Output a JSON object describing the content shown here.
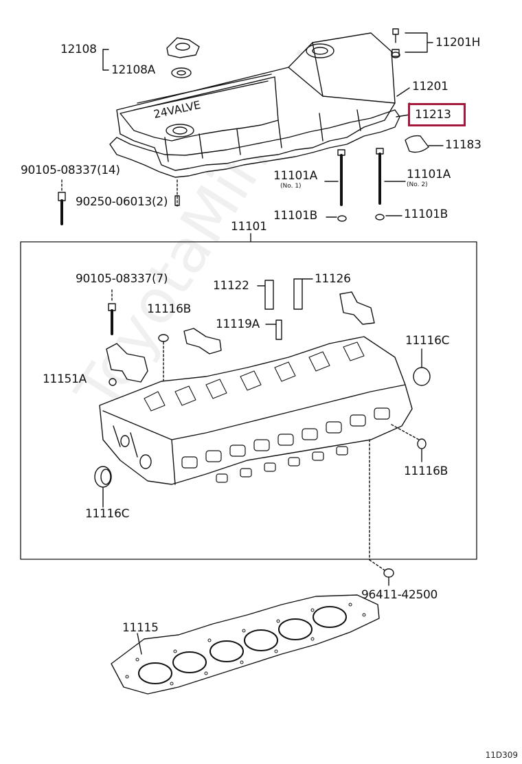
{
  "watermark": "ToyotaMinePu",
  "highlight_color": "#a6173c",
  "figure_code": "11D309",
  "labels": {
    "p12108": "12108",
    "p12108a": "12108A",
    "p11201h": "11201H",
    "p11201": "11201",
    "p11213": "11213",
    "p11183": "11183",
    "p90105_14": "90105-08337(14)",
    "p90250": "90250-06013(2)",
    "p11101a_1": "11101A",
    "no1": "(No. 1)",
    "p11101a_2": "11101A",
    "no2": "(No. 2)",
    "p11101b_1": "11101B",
    "p11101b_2": "11101B",
    "p11101": "11101",
    "p90105_7": "90105-08337(7)",
    "p11122": "11122",
    "p11126": "11126",
    "p11116b_1": "11116B",
    "p11119a": "11119A",
    "p11116c_1": "11116C",
    "p11151a": "11151A",
    "p11116b_2": "11116B",
    "p11116c_2": "11116C",
    "p96411": "96411-42500",
    "p11115": "11115"
  }
}
